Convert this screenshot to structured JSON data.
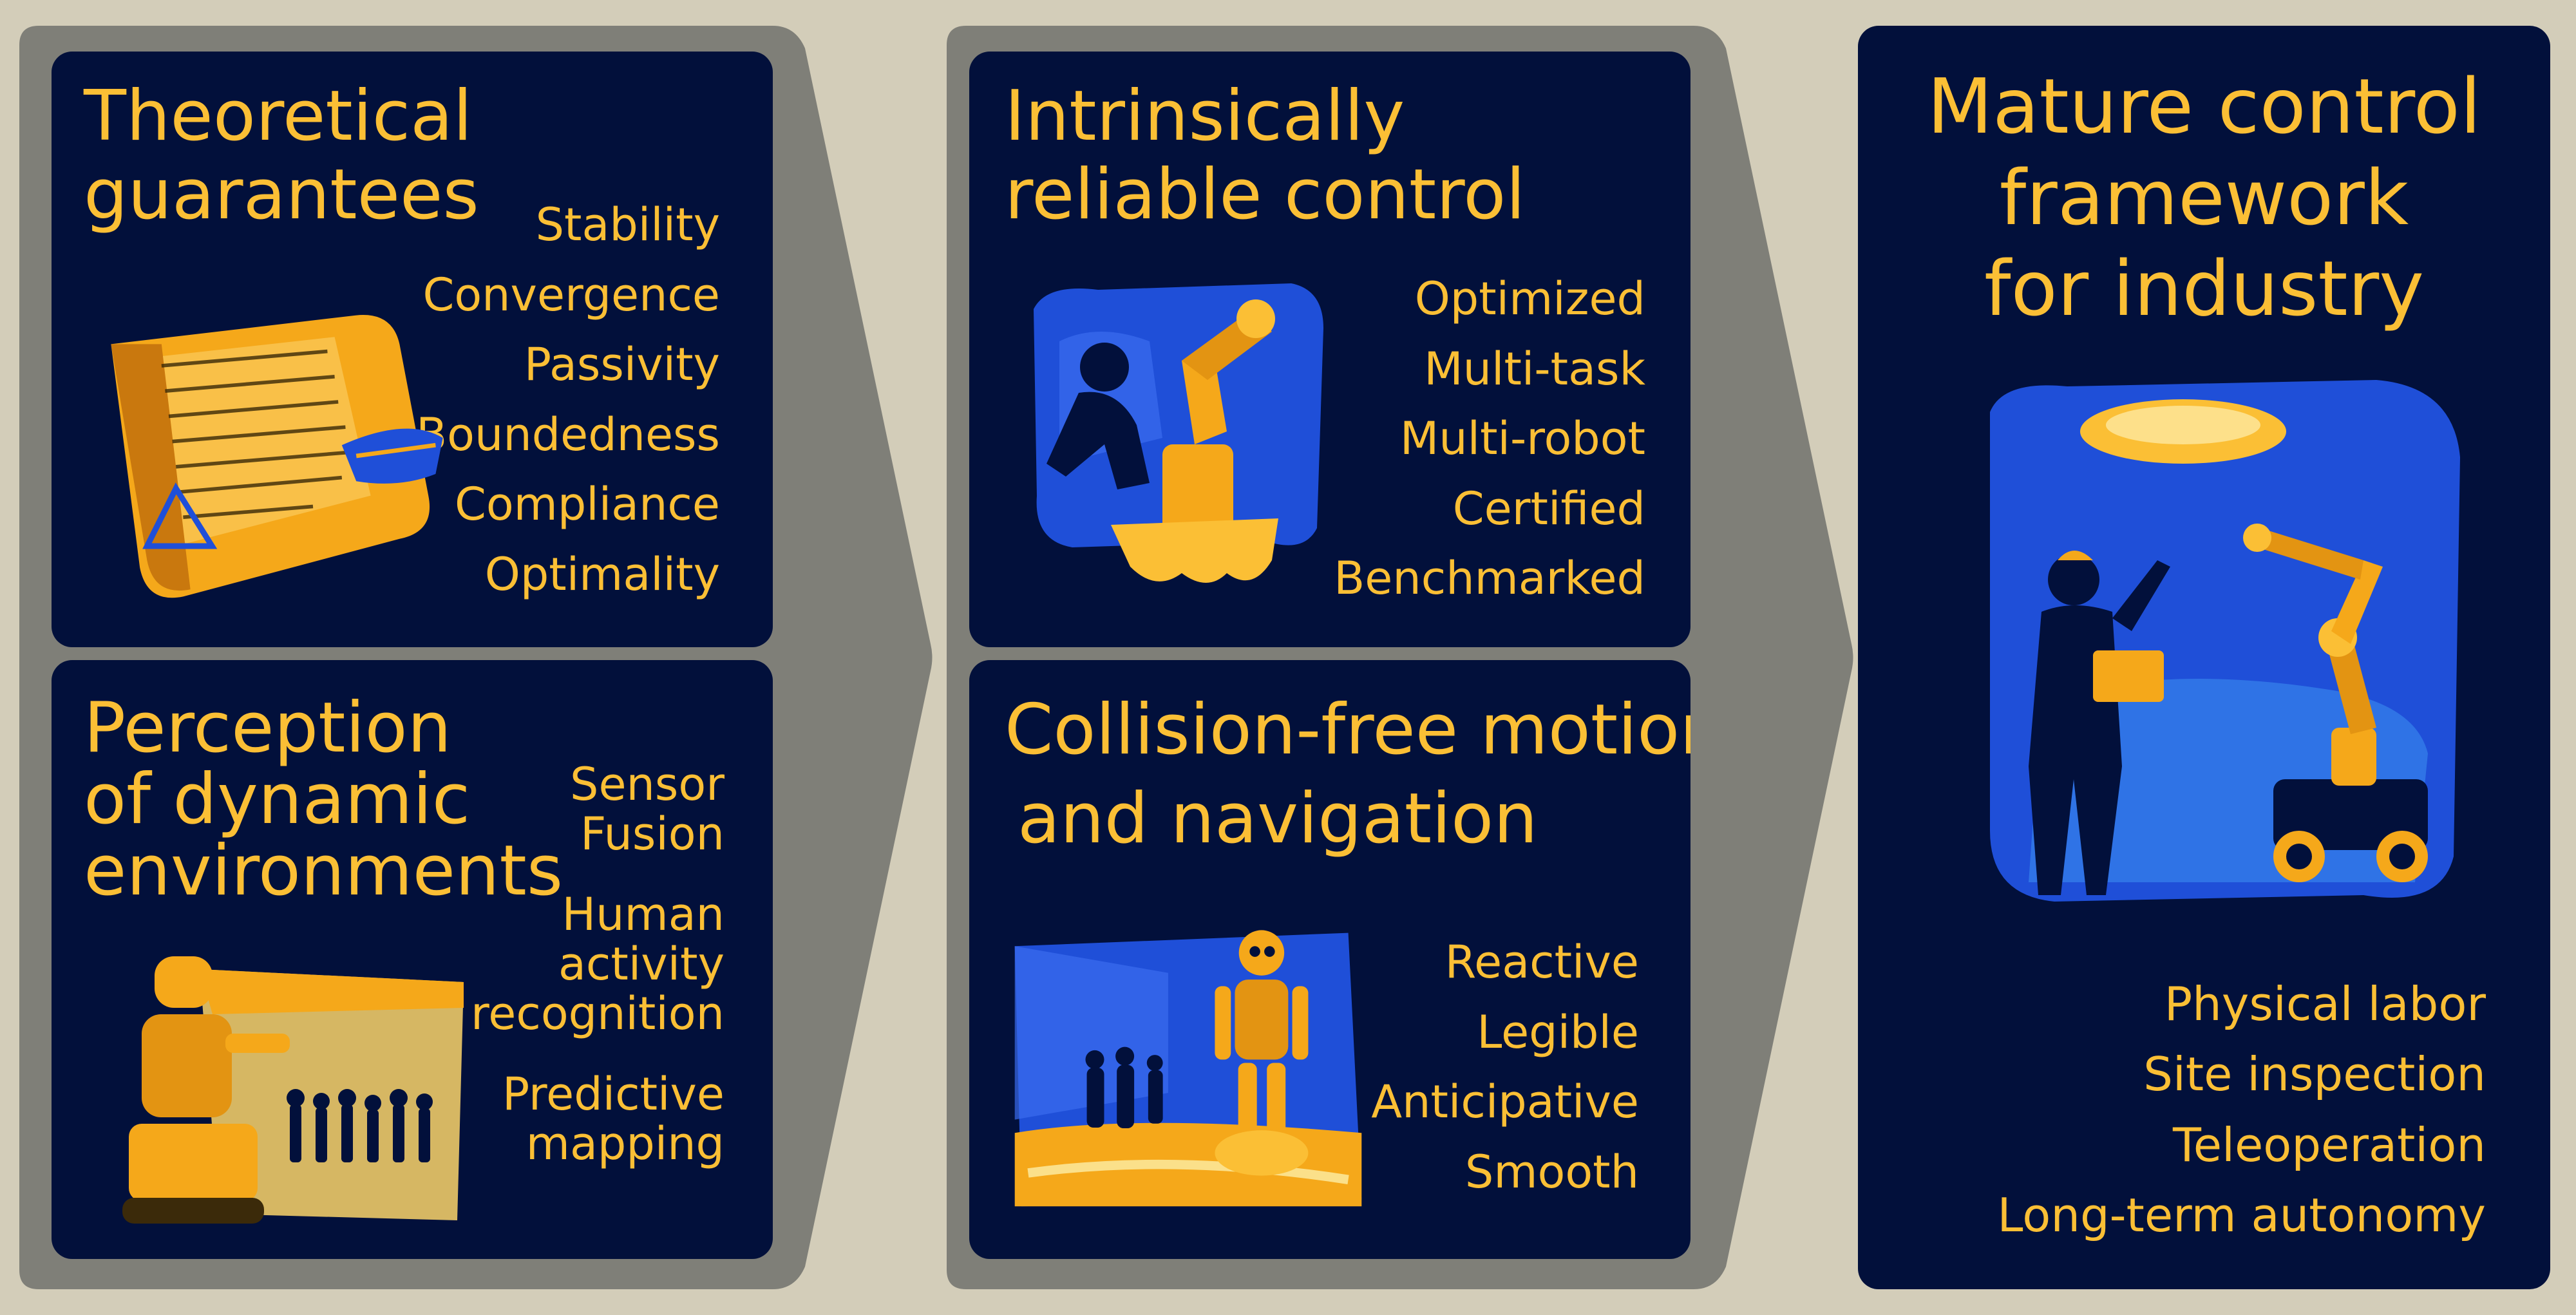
{
  "stages": [
    {
      "panels": [
        {
          "title_lines": [
            "Theoretical",
            "guarantees"
          ],
          "items": [
            "Stability",
            "Convergence",
            "Passivity",
            "Boundedness",
            "Compliance",
            "Optimality"
          ]
        },
        {
          "title_lines": [
            "Perception",
            "of dynamic",
            "environments"
          ],
          "item_groups": [
            [
              "Sensor",
              "Fusion"
            ],
            [
              "Human",
              "activity",
              "recognition"
            ],
            [
              "Predictive",
              "mapping"
            ]
          ]
        }
      ]
    },
    {
      "panels": [
        {
          "title_lines": [
            "Intrinsically",
            "reliable control"
          ],
          "items": [
            "Optimized",
            "Multi-task",
            "Multi-robot",
            "Certified",
            "Benchmarked"
          ]
        },
        {
          "title_lines": [
            "Collision-free motion",
            "and navigation"
          ],
          "items": [
            "Reactive",
            "Legible",
            "Anticipative",
            "Smooth"
          ]
        }
      ]
    },
    {
      "panels": [
        {
          "title_lines": [
            "Mature control",
            "framework",
            "for industry"
          ],
          "items": [
            "Physical labor",
            "Site inspection",
            "Teleoperation",
            "Long-term autonomy"
          ]
        }
      ]
    }
  ],
  "colors": {
    "background": "#d3cdb9",
    "chevron": "#7f7f78",
    "panel": "#02103b",
    "text": "#fbbf35",
    "illustration_blue": "#1f4fd8",
    "illustration_gold": "#f5a81a"
  },
  "icons": [
    "math-paper-icon",
    "vision-robot-icon",
    "industrial-arm-icon",
    "walking-robot-icon",
    "mobile-manipulator-icon"
  ]
}
